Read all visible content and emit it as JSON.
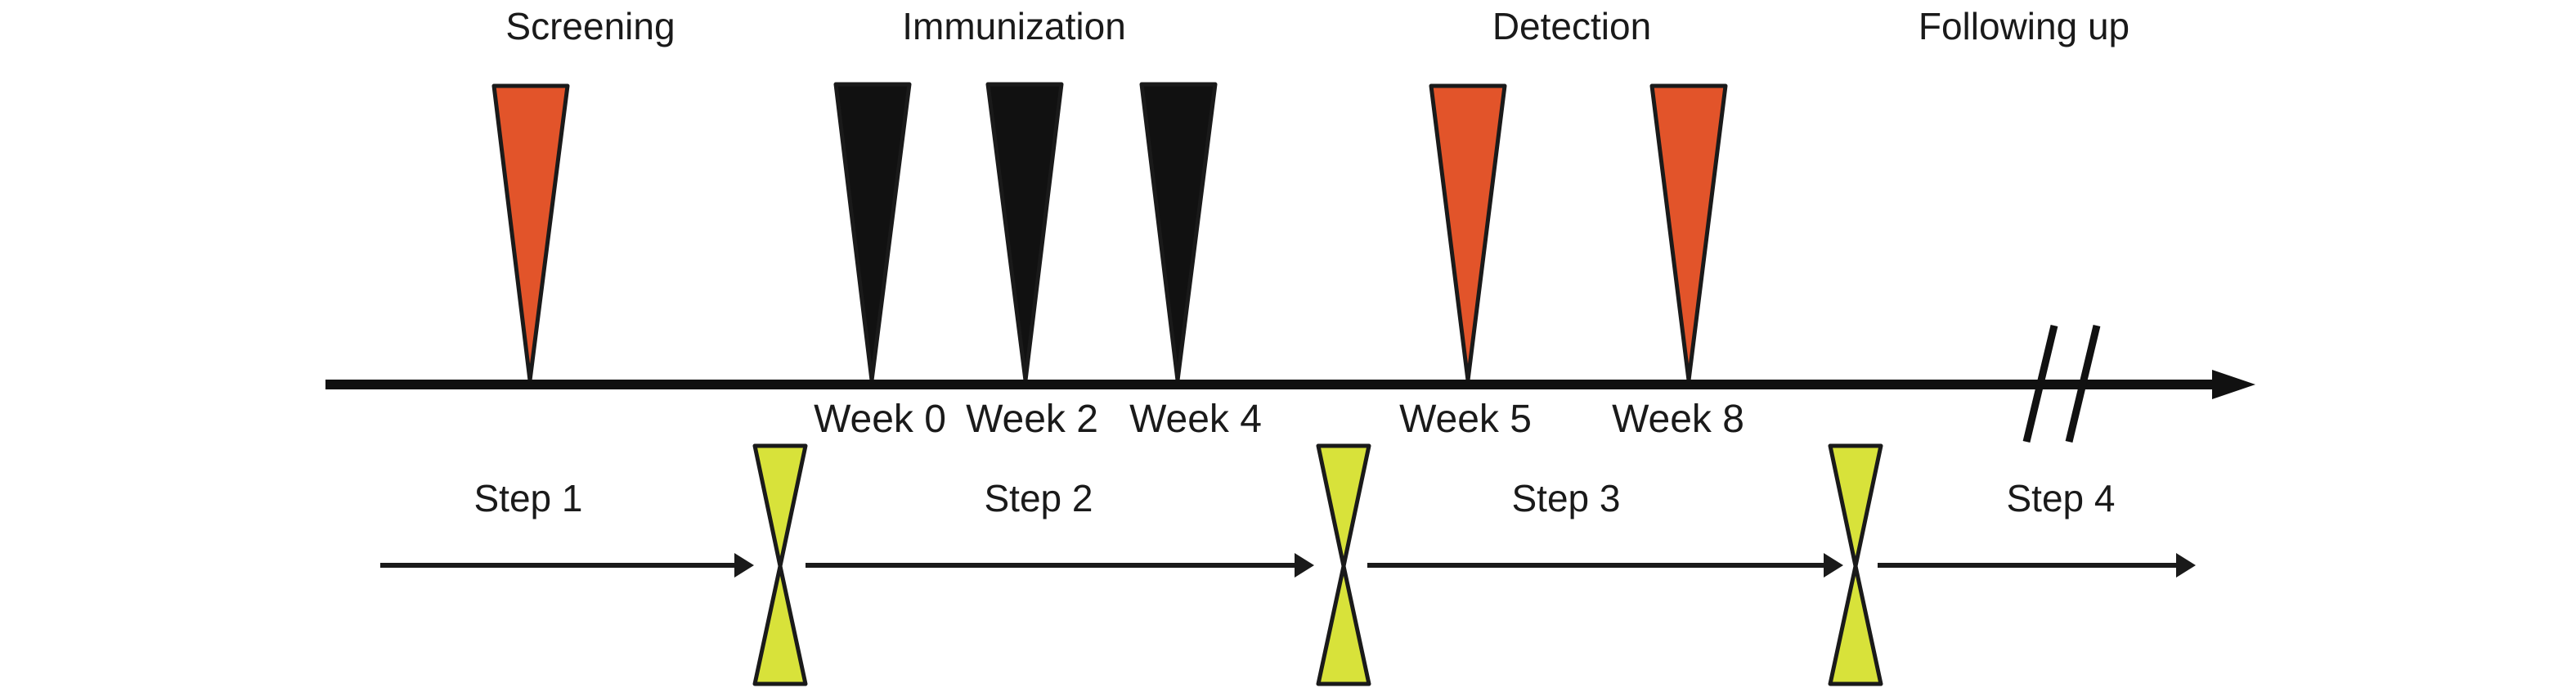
{
  "phases": [
    {
      "label": "Screening"
    },
    {
      "label": "Immunization"
    },
    {
      "label": "Detection"
    },
    {
      "label": "Following up"
    }
  ],
  "weeks": [
    {
      "label": "Week 0"
    },
    {
      "label": "Week 2"
    },
    {
      "label": "Week 4"
    },
    {
      "label": "Week 5"
    },
    {
      "label": "Week 8"
    }
  ],
  "steps": [
    {
      "label": "Step 1"
    },
    {
      "label": "Step 2"
    },
    {
      "label": "Step 3"
    },
    {
      "label": "Step 4"
    }
  ],
  "markers": [
    {
      "kind": "screening",
      "color": "#e2542a"
    },
    {
      "kind": "immunization",
      "color": "#111111"
    },
    {
      "kind": "immunization",
      "color": "#111111"
    },
    {
      "kind": "immunization",
      "color": "#111111"
    },
    {
      "kind": "detection",
      "color": "#e2542a"
    },
    {
      "kind": "detection",
      "color": "#e2542a"
    }
  ],
  "colors": {
    "timeline": "#111111",
    "hourglass": "#d8e23a",
    "outline": "#1a1a1a"
  }
}
